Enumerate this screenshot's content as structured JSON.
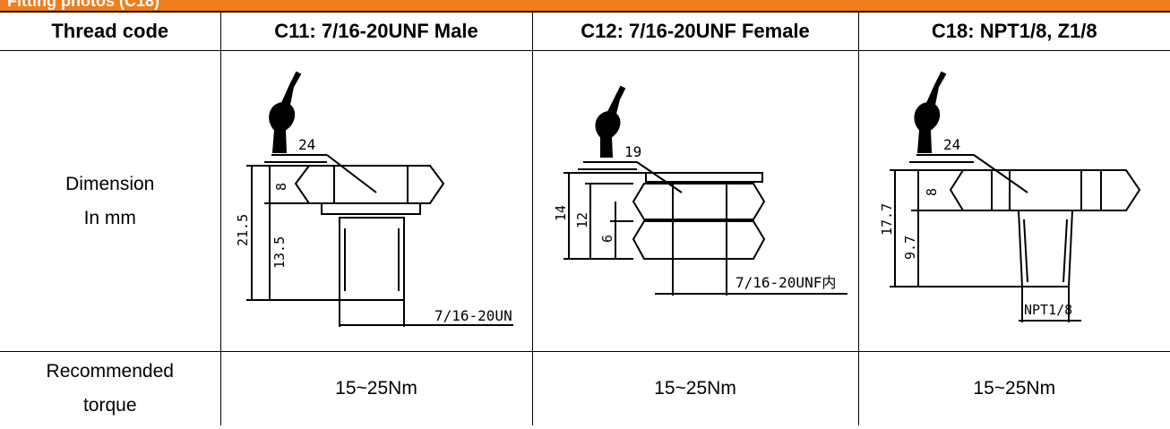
{
  "section_bar": {
    "title": "Fitting photos (C18)"
  },
  "header": {
    "col0": "Thread code",
    "col1": "C11: 7/16-20UNF Male",
    "col2": "C12: 7/16-20UNF Female",
    "col3": "C18: NPT1/8, Z1/8"
  },
  "dimension_row": {
    "label_line1": "Dimension",
    "label_line2": "In mm",
    "c11": {
      "wrench": "24",
      "hex": "8",
      "total": "21.5",
      "thread_len": "13.5",
      "thread": "7/16-20UN"
    },
    "c12": {
      "wrench": "19",
      "total": "14",
      "body": "12",
      "lower": "6",
      "thread": "7/16-20UNF内"
    },
    "c18": {
      "wrench": "24",
      "hex": "8",
      "total": "17.7",
      "thread_len": "9.7",
      "thread": "NPT1/8"
    }
  },
  "torque_row": {
    "label_line1": "Recommended",
    "label_line2": "torque",
    "c11": "15~25Nm",
    "c12": "15~25Nm",
    "c18": "15~25Nm"
  }
}
